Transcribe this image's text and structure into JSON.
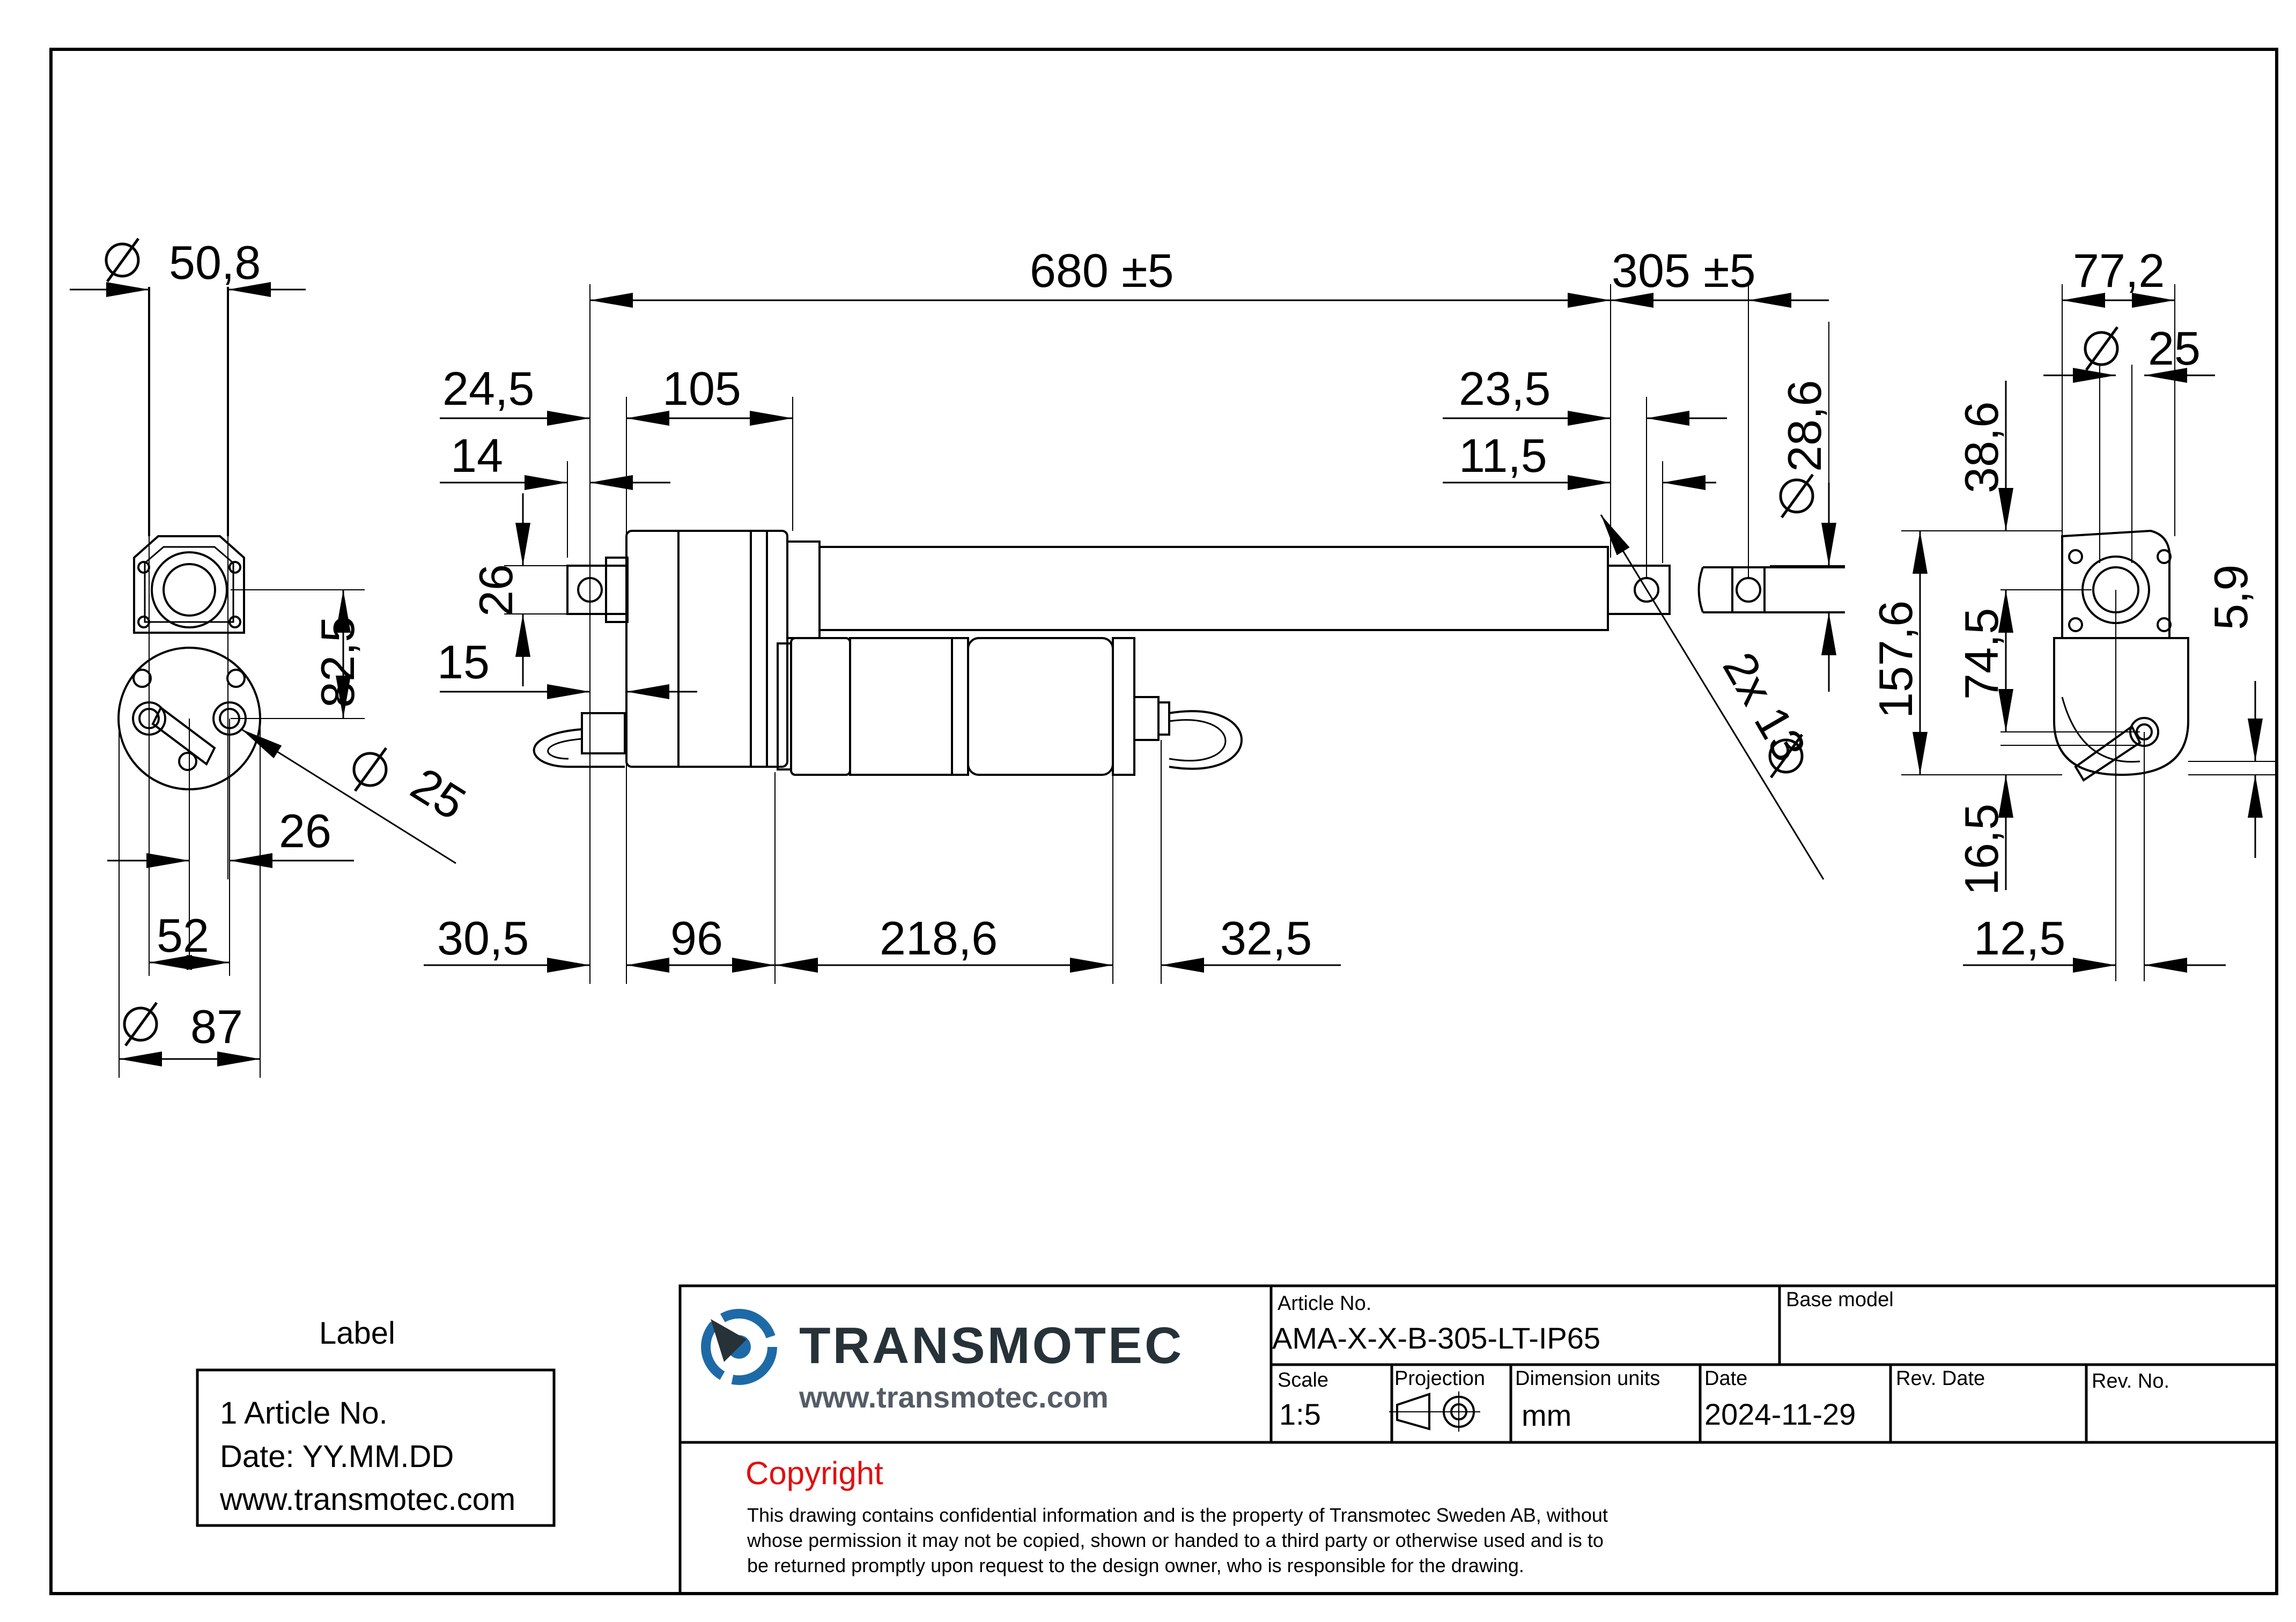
{
  "drawing": {
    "dimensions": {
      "stroke_length": "680 ±5",
      "stroke": "305 ±5",
      "tube_diameter": "50,8",
      "dim_24_5": "24,5",
      "dim_105": "105",
      "dim_14": "14",
      "dim_26_rear": "26",
      "dim_15": "15",
      "dim_82_5": "82,5",
      "dim_25_pin": "25",
      "dim_26_motor": "26",
      "dim_52": "52",
      "dim_87": "87",
      "dim_30_5": "30,5",
      "dim_96": "96",
      "dim_218_6": "218,6",
      "dim_32_5": "32,5",
      "dim_23_5": "23,5",
      "dim_11_5": "11,5",
      "dim_28_6": "28,6",
      "dim_hole": "2x  13",
      "dim_77_2": "77,2",
      "dim_25_right": "25",
      "dim_38_6": "38,6",
      "dim_157_6": "157,6",
      "dim_74_5": "74,5",
      "dim_5_9": "5,9",
      "dim_16_5": "16,5",
      "dim_12_5": "12,5"
    }
  },
  "label_box": {
    "title": "Label",
    "lines": [
      "1 Article No.",
      "Date: YY.MM.DD",
      "www.transmotec.com"
    ]
  },
  "title_block": {
    "logo_text": "TRANSMOTEC",
    "website": "www.transmotec.com",
    "article_no_label": "Article No.",
    "article_no": "AMA-X-X-B-305-LT-IP65",
    "base_model_label": "Base model",
    "base_model": "",
    "scale_label": "Scale",
    "scale": "1:5",
    "projection_label": "Projection",
    "dimension_units_label": "Dimension units",
    "dimension_units": "mm",
    "date_label": "Date",
    "date": "2024-11-29",
    "rev_date_label": "Rev. Date",
    "rev_date": "",
    "rev_no_label": "Rev. No.",
    "rev_no": "",
    "copyright_title": "Copyright",
    "copyright_lines": [
      "This drawing contains confidential information and is the property of Transmotec Sweden AB, without",
      "whose permission it may not be copied, shown or handed to a third party or otherwise used and is to",
      "be returned promptly upon request to the design owner, who is responsible for the drawing."
    ]
  },
  "colors": {
    "line": "#000000",
    "logo_blue": "#1e6aa6",
    "logo_dark": "#263238",
    "copyright_red": "#e01010"
  }
}
